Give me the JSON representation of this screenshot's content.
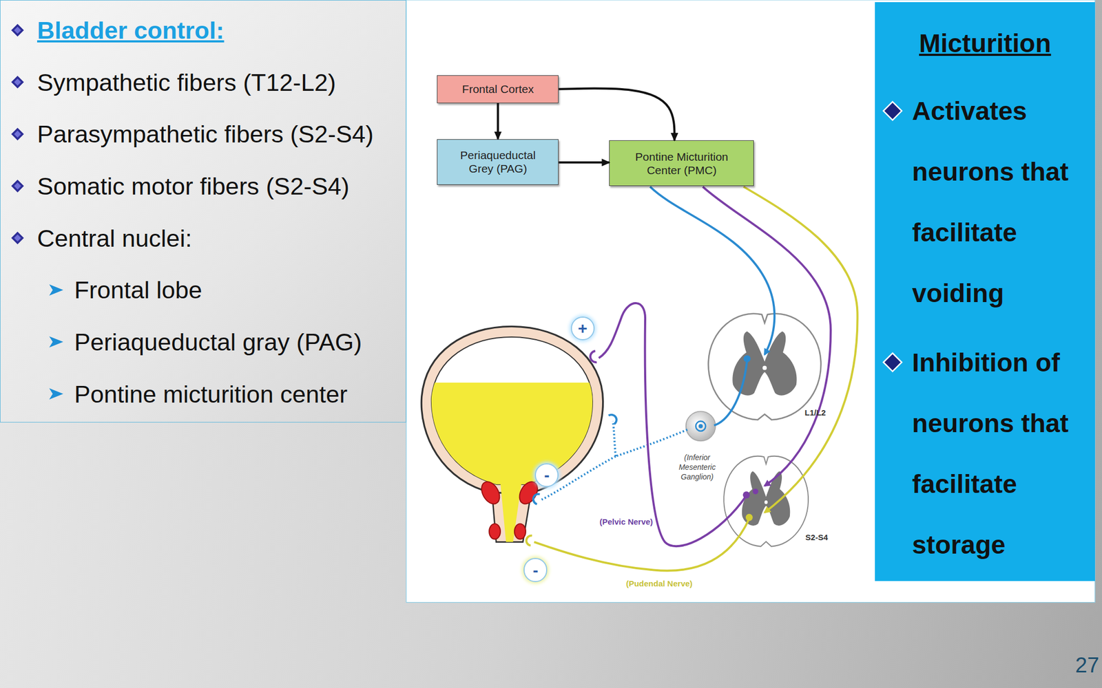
{
  "diagram": {
    "nodes": [
      {
        "text": [
          "Bladder control:",
          "Sympathetic fibers (T12-L2)",
          "Parasympathetic fibers (S2-S4)",
          "Somatic motor fibers (S2-S4)",
          "Central nuclei:",
          "Frontal lobe",
          "Periaqueductal gray (PAG)",
          "Pontine micturition center"
        ]
      },
      {
        "text": [
          "Frontal Cortex"
        ]
      },
      {
        "text": [
          "Periaqueductal Grey (PAG)"
        ]
      },
      {
        "text": [
          "Pontine Micturition Center (PMC)"
        ]
      },
      {
        "text": [
          "+"
        ]
      },
      {
        "text": [
          "-"
        ]
      },
      {
        "text": [
          "-"
        ]
      },
      {
        "text": [
          "Micturition",
          "Activates neurons that facilitate voiding",
          "Inhibition of neurons that facilitate storage"
        ]
      }
    ],
    "edges": [
      {
        "from": 1,
        "to": 2,
        "arrow": "to"
      },
      {
        "from": 2,
        "to": 3,
        "arrow": "to"
      },
      {
        "from": 1,
        "to": 3,
        "arrow": "to"
      }
    ],
    "labels": [
      "L1/L2",
      "(Inferior Mesenteric Ganglion)",
      "(Pelvic Nerve)",
      "S2-S4",
      "(Pudendal Nerve)",
      "27"
    ]
  }
}
